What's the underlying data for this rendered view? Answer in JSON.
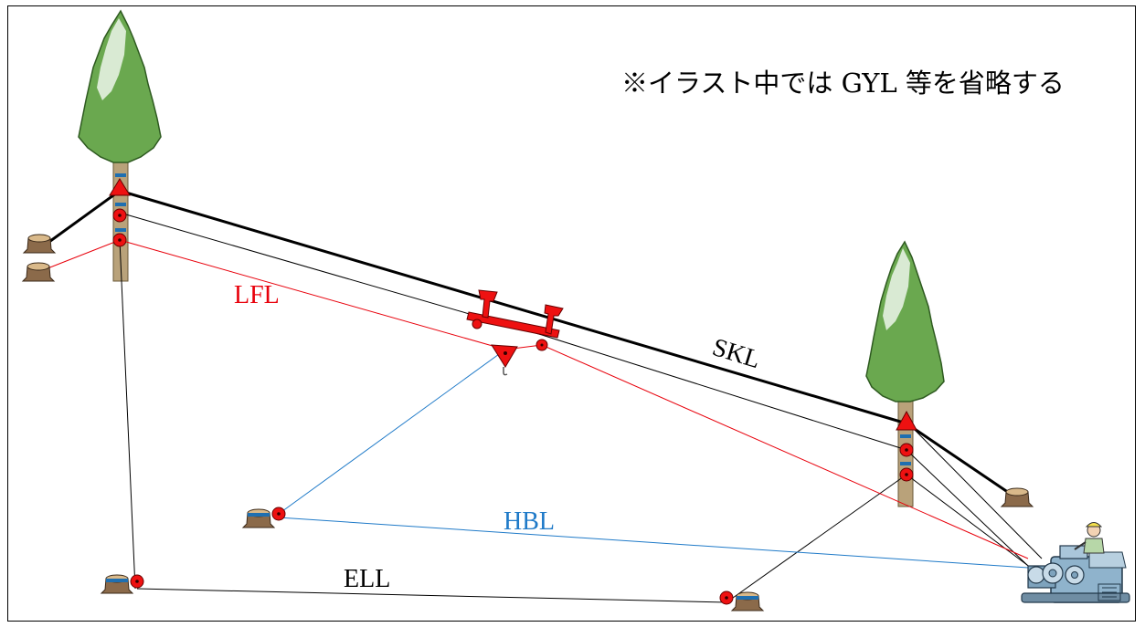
{
  "note": "※イラスト中では GYL 等を省略する",
  "labels": {
    "skyline": "SKL",
    "lift_line": "LFL",
    "haulback_line": "HBL",
    "end_line": "ELL"
  },
  "colors": {
    "skyline": "#000000",
    "lift_line": "#e8000b",
    "haulback_line": "#1f7ac8",
    "end_line": "#000000",
    "block": "#ee1111",
    "tree_foliage": "#6aa84f",
    "tree_highlight": "#d9ead3",
    "trunk": "#b9a27a",
    "yarder": "#8fb3cc"
  },
  "icons": [
    "tree-icon",
    "stump-icon",
    "block-icon",
    "carriage-icon",
    "yarder-icon",
    "operator-icon"
  ]
}
